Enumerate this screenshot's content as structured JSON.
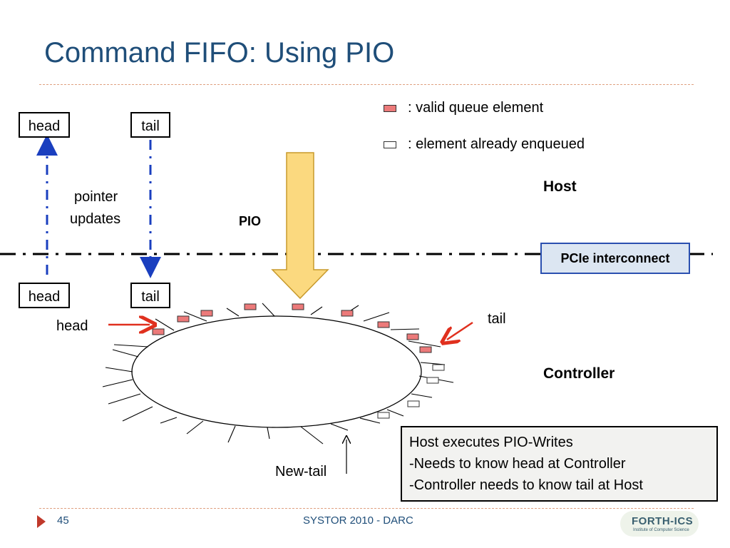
{
  "title": "Command FIFO: Using PIO",
  "legend": {
    "valid": ": valid queue element",
    "enqueued": ": element already enqueued",
    "valid_color": "#ec7a7a",
    "enqueued_color": "#ffffff"
  },
  "host_side": {
    "head": "head",
    "tail": "tail",
    "pointer_updates_line1": "pointer",
    "pointer_updates_line2": "updates",
    "pio_label": "PIO",
    "host_label": "Host"
  },
  "interconnect": "PCIe interconnect",
  "controller_side": {
    "head": "head",
    "tail": "tail",
    "head_pointer_label": "head",
    "tail_pointer_label": "tail",
    "controller_label": "Controller",
    "new_tail_label": "New-tail"
  },
  "info_box": {
    "line1": "Host executes PIO-Writes",
    "line2": "-Needs to know head at Controller",
    "line3": "-Controller needs to know tail at Host"
  },
  "footer": {
    "page_number": "45",
    "text": "SYSTOR 2010 - DARC",
    "logo_text": "FORTH-ICS",
    "logo_subtext": "Institute of Computer Science"
  },
  "colors": {
    "title": "#1f4e79",
    "pointer_arrow": "#1a3fbf",
    "marker_arrow": "#e0301e",
    "pio_arrow": "#fbd97f"
  }
}
